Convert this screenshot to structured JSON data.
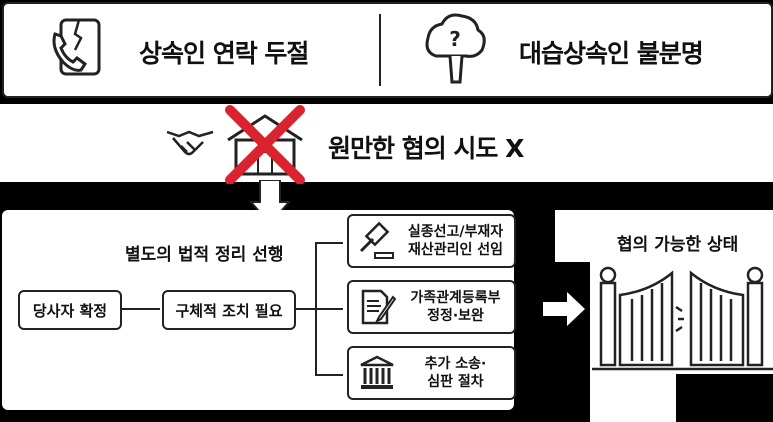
{
  "top": {
    "left_label": "상속인 연락 두절",
    "right_label": "대습상속인 불분명"
  },
  "middle": {
    "label": "원만한 협의 시도 X"
  },
  "legal": {
    "title": "별도의 법적 정리 선행",
    "step1": "당사자 확정",
    "step2": "구체적 조치 필요",
    "options": [
      {
        "line1": "실종선고/부재자",
        "line2": "재산관리인 선임"
      },
      {
        "line1": "가족관계등록부",
        "line2": "정정·보완"
      },
      {
        "line1": "추가 소송·",
        "line2": "심판 절차"
      }
    ]
  },
  "result": {
    "label": "협의 가능한 상태"
  }
}
